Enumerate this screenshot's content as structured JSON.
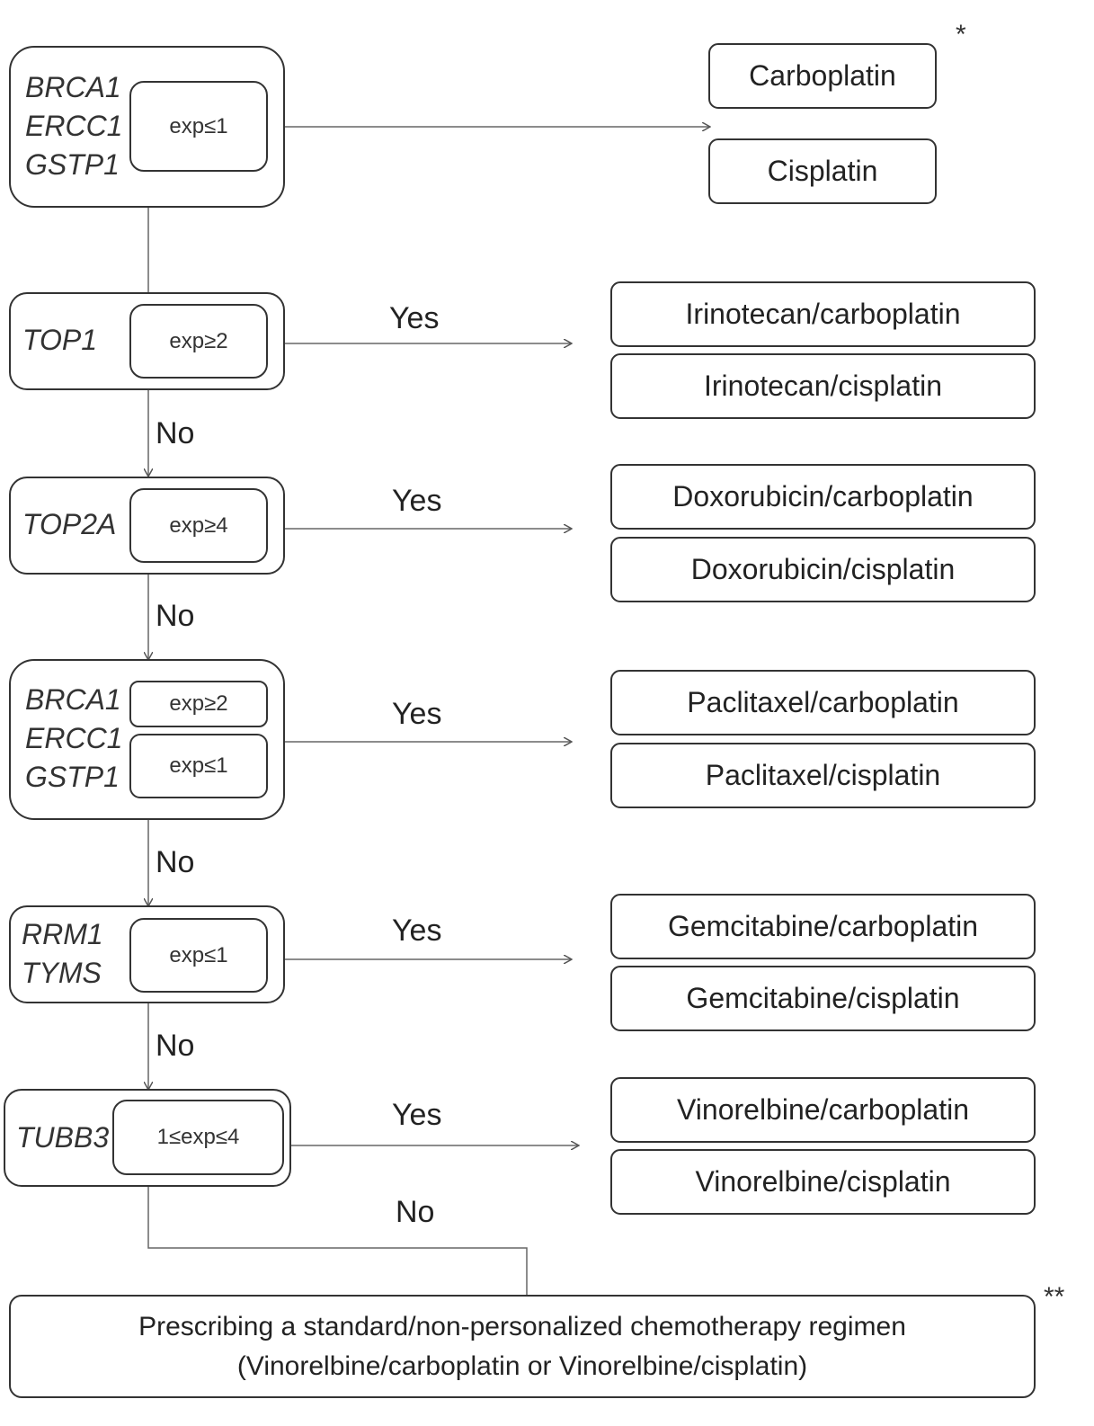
{
  "step1": {
    "genes": [
      "BRCA1",
      "ERCC1",
      "GSTP1"
    ],
    "condition": "exp≤1",
    "drugs": [
      "Carboplatin",
      "Cisplatin"
    ],
    "note": "*"
  },
  "step2": {
    "gene": "TOP1",
    "condition": "exp≥2",
    "yes": "Yes",
    "no": "No",
    "drugs": [
      "Irinotecan/carboplatin",
      "Irinotecan/cisplatin"
    ]
  },
  "step3": {
    "gene": "TOP2A",
    "condition": "exp≥4",
    "yes": "Yes",
    "no": "No",
    "drugs": [
      "Doxorubicin/carboplatin",
      "Doxorubicin/cisplatin"
    ]
  },
  "step4": {
    "genes": [
      "BRCA1",
      "ERCC1",
      "GSTP1"
    ],
    "conditions": [
      "exp≥2",
      "exp≤1"
    ],
    "yes": "Yes",
    "no": "No",
    "drugs": [
      "Paclitaxel/carboplatin",
      "Paclitaxel/cisplatin"
    ]
  },
  "step5": {
    "genes": [
      "RRM1",
      "TYMS"
    ],
    "condition": "exp≤1",
    "yes": "Yes",
    "no": "No",
    "drugs": [
      "Gemcitabine/carboplatin",
      "Gemcitabine/cisplatin"
    ]
  },
  "step6": {
    "gene": "TUBB3",
    "condition": "1≤exp≤4",
    "yes": "Yes",
    "no": "No",
    "drugs": [
      "Vinorelbine/carboplatin",
      "Vinorelbine/cisplatin"
    ]
  },
  "final": {
    "lines": [
      "Prescribing a standard/non-personalized chemotherapy regimen",
      "(Vinorelbine/carboplatin or Vinorelbine/cisplatin)"
    ],
    "note": "**"
  }
}
